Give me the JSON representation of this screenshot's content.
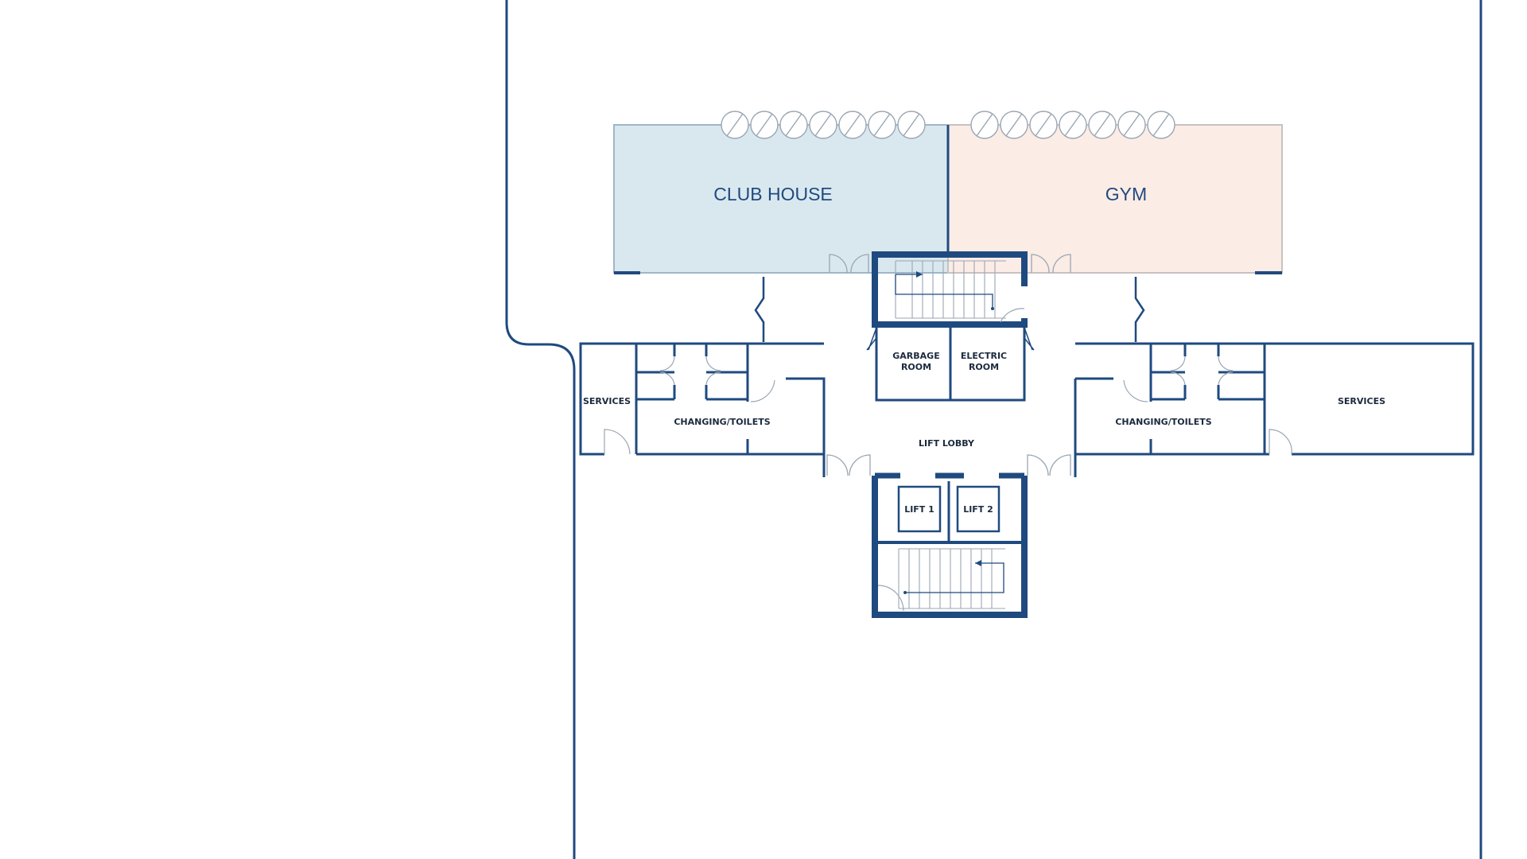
{
  "colors": {
    "wall": "#1f4a7f",
    "thin_wall": "#2a5a8f",
    "club_house_fill": "#d9e8ef",
    "gym_fill": "#fbece6",
    "label_large": "#1f4a7f",
    "label_small": "#1c2a3d",
    "background": "#ffffff"
  },
  "rooms": {
    "club_house": "CLUB HOUSE",
    "gym": "GYM",
    "garbage_room_line1": "GARBAGE",
    "garbage_room_line2": "ROOM",
    "electric_room_line1": "ELECTRIC",
    "electric_room_line2": "ROOM",
    "services_left": "SERVICES",
    "services_right": "SERVICES",
    "changing_left": "CHANGING/TOILETS",
    "changing_right": "CHANGING/TOILETS",
    "lift_lobby": "LIFT LOBBY",
    "lift_1": "LIFT 1",
    "lift_2": "LIFT 2"
  }
}
